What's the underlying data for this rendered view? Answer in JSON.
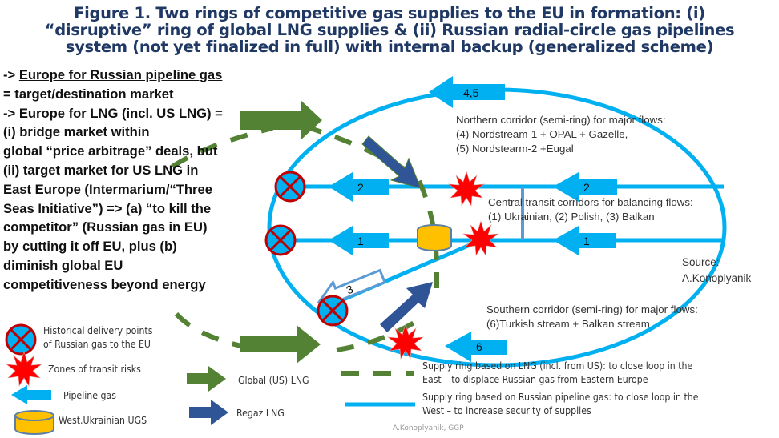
{
  "title": {
    "lines": [
      "Figure 1. Two rings of competitive gas supplies to the EU in formation: (i)",
      "“disruptive” ring of global LNG supplies & (ii) Russian radial-circle gas pipelines",
      "system (not yet finalized in full) with internal backup (generalized scheme)"
    ]
  },
  "left_text": {
    "l1_prefix": "-> ",
    "l1_underlined": "Europe for Russian pipeline gas",
    "l2": "= target/destination market",
    "l3_prefix": "-> ",
    "l3_underlined": "Europe for LNG",
    "l3_suffix": " (incl. US LNG) =",
    "l4": "(i) bridge market within",
    "l5": "global “price arbitrage” deals, but",
    "l6": "(ii) target market for US LNG in",
    "l7": "East Europe (Intermarium/“Three",
    "l8": "Seas Initiative”) => (a)  “to kill the",
    "l9": "competitor” (Russian gas in EU)",
    "l10": "by cutting it off EU, plus (b)",
    "l11": "diminish global EU",
    "l12": "competitiveness beyond energy"
  },
  "corridors": {
    "northern": {
      "label": "4,5",
      "heading": "Northern corridor (semi-ring) for major flows:",
      "item1": "(4) Nordstream-1 + OPAL + Gazelle,",
      "item2": "(5) Nordstearm-2 +Eugal"
    },
    "central": {
      "label1": "1",
      "label2": "2",
      "label3": "3",
      "heading": "Central transit corridors for balancing flows:",
      "items": "(1) Ukrainian, (2)  Polish, (3) Balkan"
    },
    "southern": {
      "label": "6",
      "heading": "Southern corridor (semi-ring) for major flows:",
      "items": "(6)Turkish stream + Balkan stream"
    }
  },
  "source": {
    "line1": "Source:",
    "line2": "A.Konoplyanik"
  },
  "legend": {
    "delivery_points": [
      "Historical delivery points",
      "of Russian gas to the EU"
    ],
    "transit_risks": "Zones of transit risks",
    "pipeline_gas": "Pipeline gas",
    "ugs": "West.Ukrainian UGS",
    "global_lng": "Global (US) LNG",
    "regaz_lng": "Regaz LNG",
    "lng_ring": [
      "Supply ring based on LNG (incl. from US): to close loop in the",
      "East – to displace Russian gas from Eastern Europe"
    ],
    "pipeline_ring": [
      "Supply ring based on Russian pipeline gas: to close loop in the",
      "West – to increase security of supplies"
    ]
  },
  "footer": "A.Konoplyanik, GGP",
  "colors": {
    "title": "#1f3864",
    "pipeline_blue": "#00b0f0",
    "lng_green": "#548235",
    "regaz_blue": "#2f5597",
    "risk_red": "#ff0000",
    "delivery_red": "#c00000",
    "ugs_yellow": "#ffc000"
  }
}
